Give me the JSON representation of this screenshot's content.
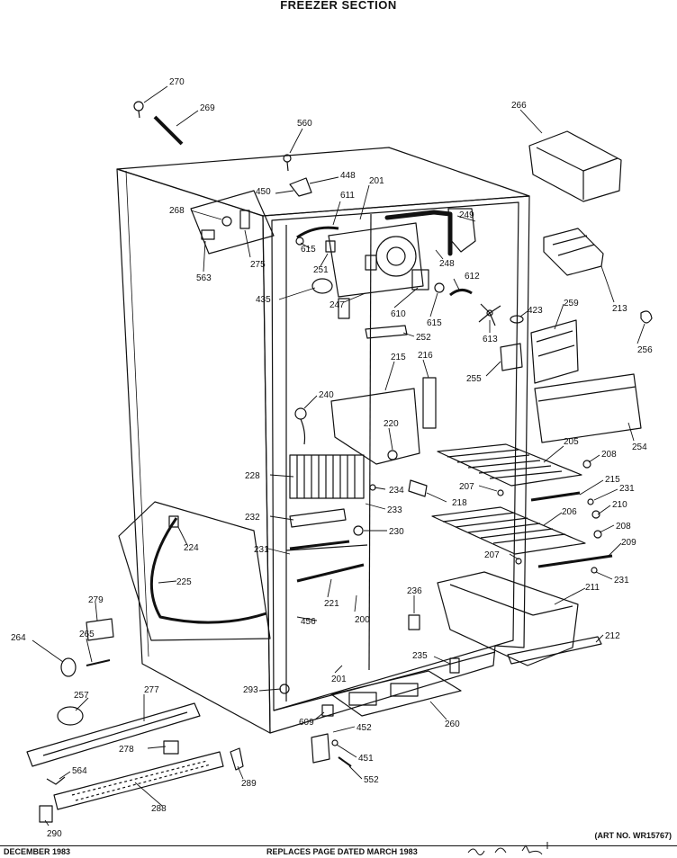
{
  "header": {
    "title": "FREEZER SECTION"
  },
  "parts": [
    {
      "id": "p270",
      "label": "270"
    },
    {
      "id": "p269",
      "label": "269"
    },
    {
      "id": "p560",
      "label": "560"
    },
    {
      "id": "p266",
      "label": "266"
    },
    {
      "id": "p448",
      "label": "448"
    },
    {
      "id": "p450",
      "label": "450"
    },
    {
      "id": "p201a",
      "label": "201"
    },
    {
      "id": "p611",
      "label": "611"
    },
    {
      "id": "p268",
      "label": "268"
    },
    {
      "id": "p249",
      "label": "249"
    },
    {
      "id": "p615a",
      "label": "615"
    },
    {
      "id": "p251",
      "label": "251"
    },
    {
      "id": "p275",
      "label": "275"
    },
    {
      "id": "p563",
      "label": "563"
    },
    {
      "id": "p248",
      "label": "248"
    },
    {
      "id": "p612",
      "label": "612"
    },
    {
      "id": "p213",
      "label": "213"
    },
    {
      "id": "p435",
      "label": "435"
    },
    {
      "id": "p247",
      "label": "247"
    },
    {
      "id": "p610",
      "label": "610"
    },
    {
      "id": "p615b",
      "label": "615"
    },
    {
      "id": "p423",
      "label": "423"
    },
    {
      "id": "p259",
      "label": "259"
    },
    {
      "id": "p613",
      "label": "613"
    },
    {
      "id": "p256",
      "label": "256"
    },
    {
      "id": "p252",
      "label": "252"
    },
    {
      "id": "p215a",
      "label": "215"
    },
    {
      "id": "p216",
      "label": "216"
    },
    {
      "id": "p255",
      "label": "255"
    },
    {
      "id": "p240",
      "label": "240"
    },
    {
      "id": "p220",
      "label": "220"
    },
    {
      "id": "p254",
      "label": "254"
    },
    {
      "id": "p205",
      "label": "205"
    },
    {
      "id": "p208a",
      "label": "208"
    },
    {
      "id": "p228",
      "label": "228"
    },
    {
      "id": "p207a",
      "label": "207"
    },
    {
      "id": "p234",
      "label": "234"
    },
    {
      "id": "p218",
      "label": "218"
    },
    {
      "id": "p215b",
      "label": "215"
    },
    {
      "id": "p231a",
      "label": "231"
    },
    {
      "id": "p233",
      "label": "233"
    },
    {
      "id": "p210",
      "label": "210"
    },
    {
      "id": "p232",
      "label": "232"
    },
    {
      "id": "p206",
      "label": "206"
    },
    {
      "id": "p208b",
      "label": "208"
    },
    {
      "id": "p224",
      "label": "224"
    },
    {
      "id": "p230",
      "label": "230"
    },
    {
      "id": "p209",
      "label": "209"
    },
    {
      "id": "p231b",
      "label": "231"
    },
    {
      "id": "p207b",
      "label": "207"
    },
    {
      "id": "p231c",
      "label": "231"
    },
    {
      "id": "p225",
      "label": "225"
    },
    {
      "id": "p211",
      "label": "211"
    },
    {
      "id": "p221",
      "label": "221"
    },
    {
      "id": "p236",
      "label": "236"
    },
    {
      "id": "p279",
      "label": "279"
    },
    {
      "id": "p200",
      "label": "200"
    },
    {
      "id": "p456",
      "label": "456"
    },
    {
      "id": "p264",
      "label": "264"
    },
    {
      "id": "p265",
      "label": "265"
    },
    {
      "id": "p212",
      "label": "212"
    },
    {
      "id": "p235",
      "label": "235"
    },
    {
      "id": "p201b",
      "label": "201"
    },
    {
      "id": "p293",
      "label": "293"
    },
    {
      "id": "p257",
      "label": "257"
    },
    {
      "id": "p277",
      "label": "277"
    },
    {
      "id": "p609",
      "label": "609"
    },
    {
      "id": "p452",
      "label": "452"
    },
    {
      "id": "p260",
      "label": "260"
    },
    {
      "id": "p278",
      "label": "278"
    },
    {
      "id": "p451",
      "label": "451"
    },
    {
      "id": "p564",
      "label": "564"
    },
    {
      "id": "p552",
      "label": "552"
    },
    {
      "id": "p289",
      "label": "289"
    },
    {
      "id": "p288",
      "label": "288"
    },
    {
      "id": "p290",
      "label": "290"
    }
  ],
  "footer": {
    "art_no": "(ART NO. WR15767)",
    "date": "DECEMBER 1983",
    "replaces": "REPLACES PAGE DATED MARCH 1983"
  }
}
